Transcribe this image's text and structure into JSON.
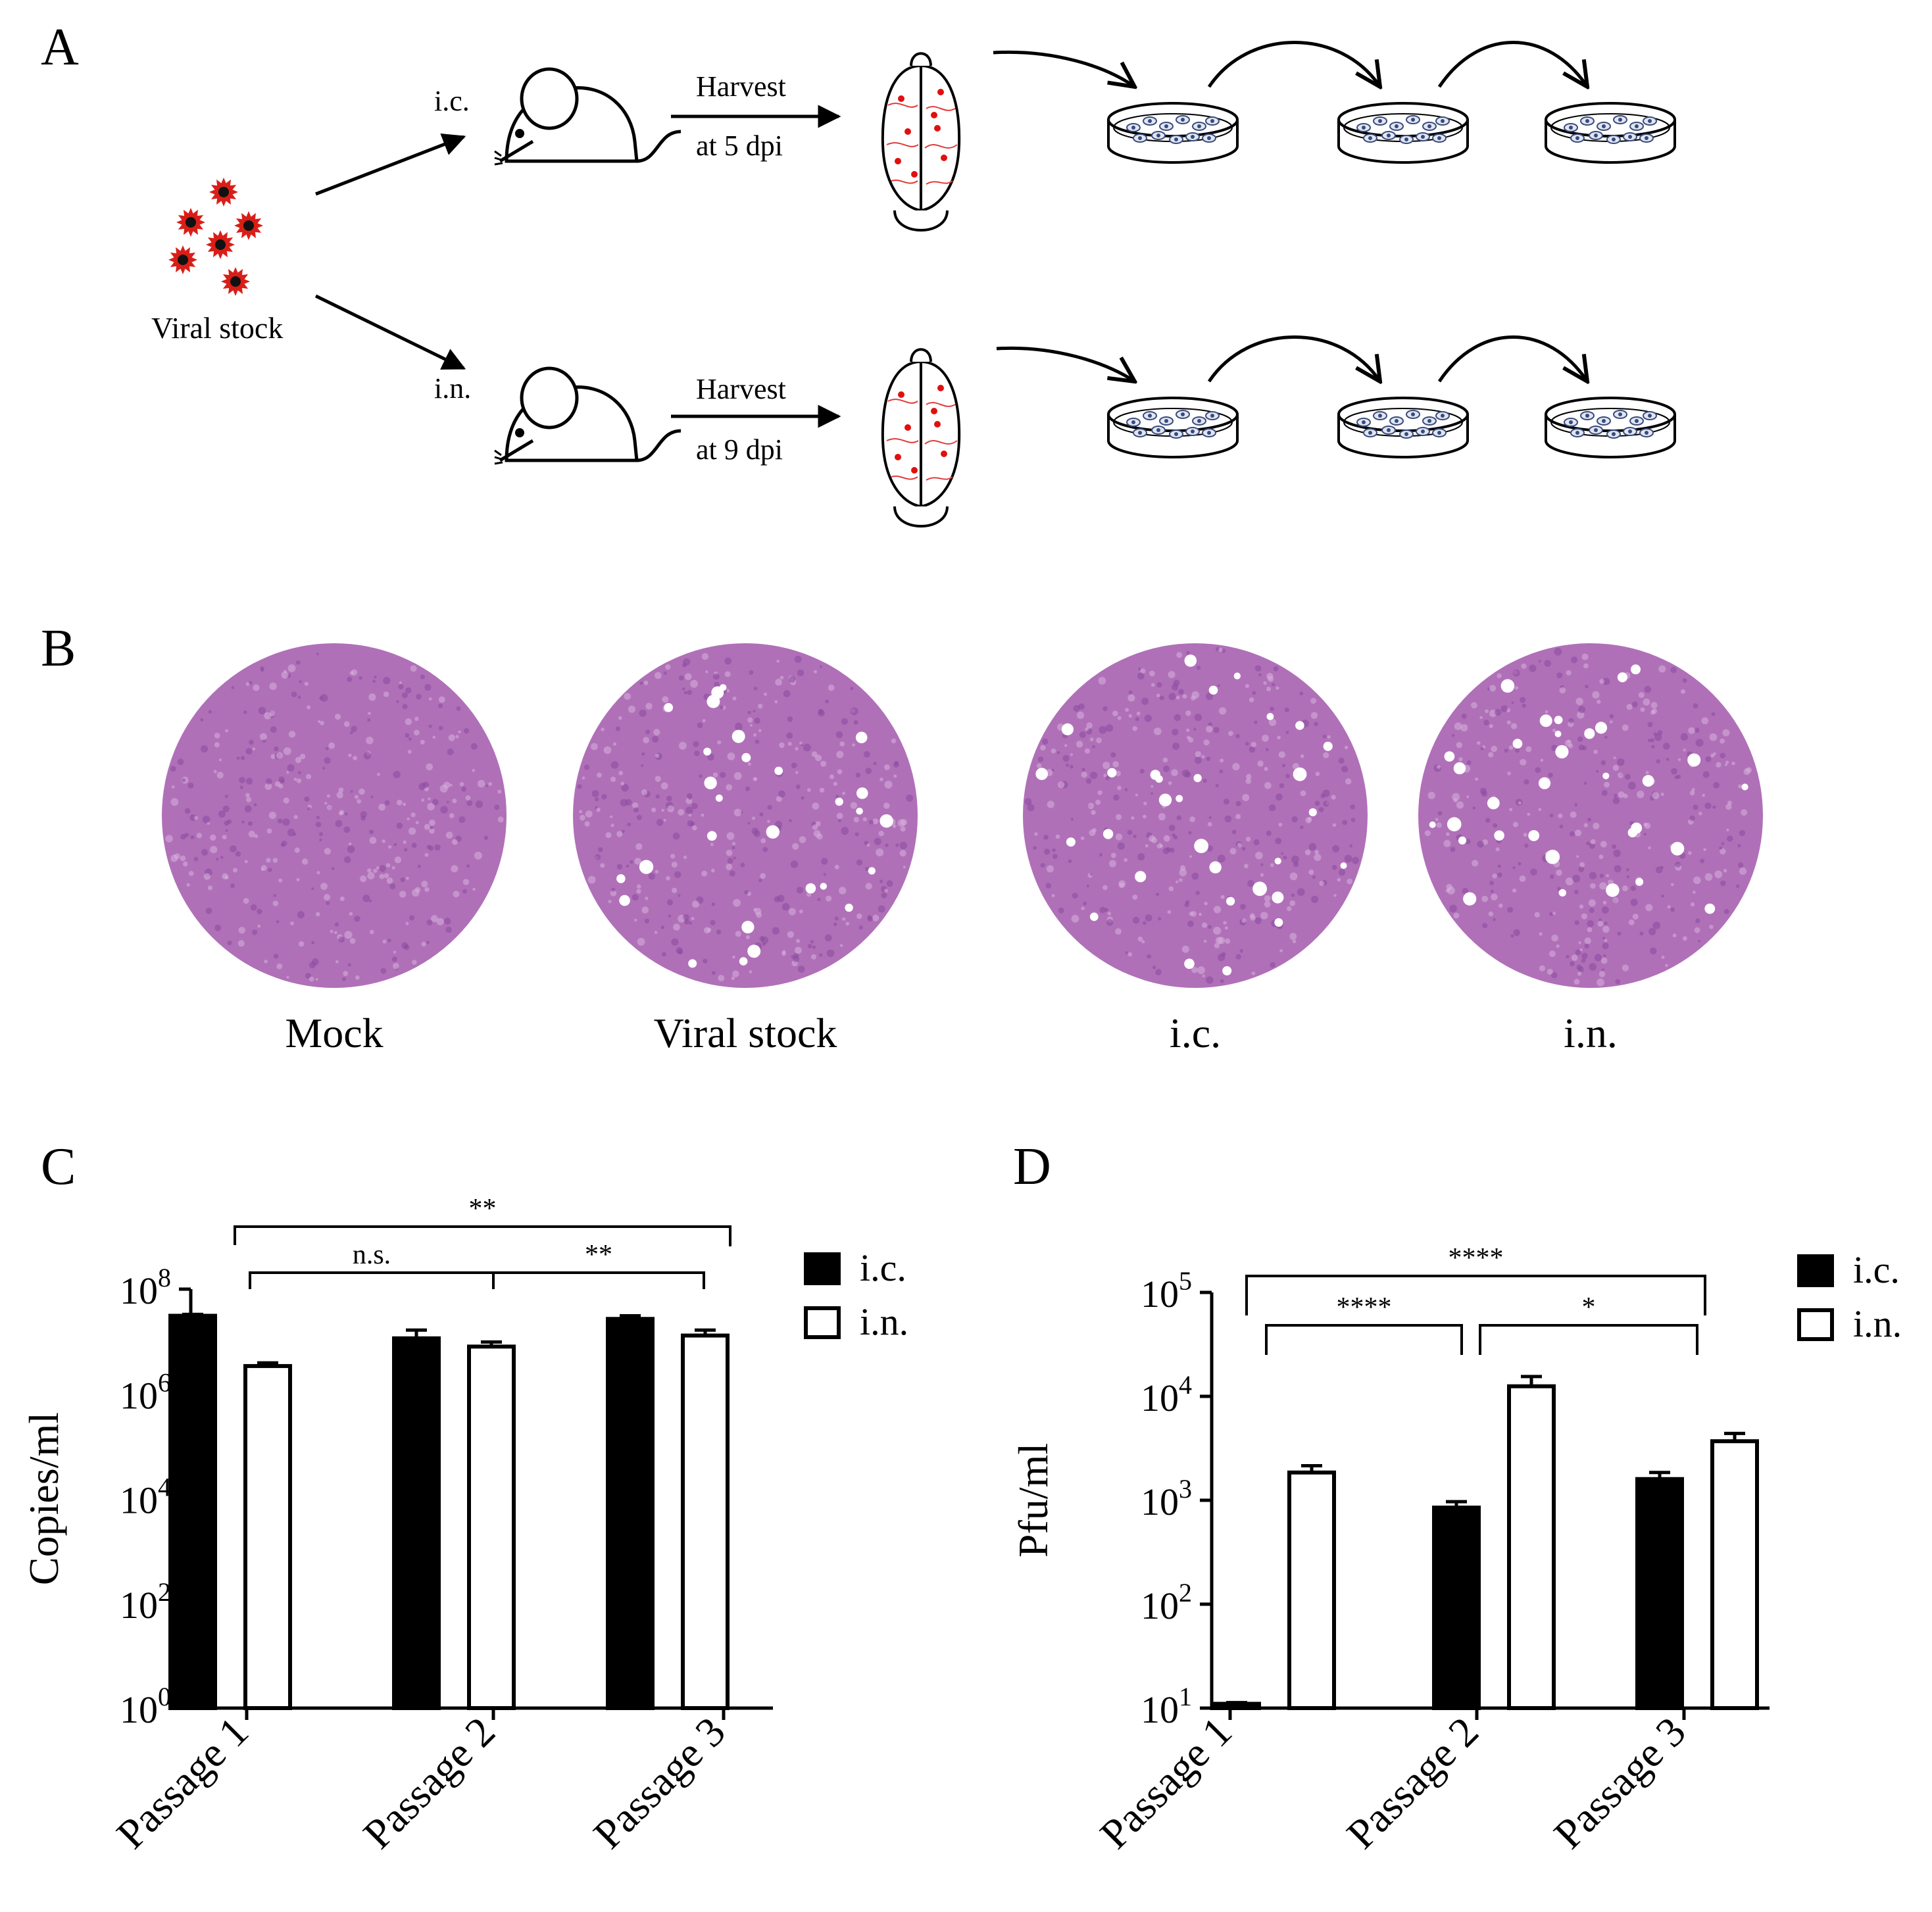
{
  "panels": {
    "a": "A",
    "b": "B",
    "c": "C",
    "d": "D"
  },
  "schematic": {
    "source_label": "Viral stock",
    "routes": [
      {
        "route": "i.c.",
        "harvest_line1": "Harvest",
        "harvest_line2": "at 5 dpi"
      },
      {
        "route": "i.n.",
        "harvest_line1": "Harvest",
        "harvest_line2": "at 9 dpi"
      }
    ],
    "colors": {
      "virus": "#d91e18",
      "brain_dots": "#e01010",
      "cells": "#3a4a7a"
    }
  },
  "plaques": {
    "labels": [
      "Mock",
      "Viral stock",
      "i.c.",
      "i.n."
    ],
    "plaque_counts": [
      0,
      28,
      30,
      32
    ],
    "colors": {
      "stain": "#b070b8",
      "stain_dark": "#8a4a9e"
    }
  },
  "chart_data": [
    {
      "type": "bar",
      "panel": "C",
      "ylabel": "Copies/ml",
      "yscale": "log",
      "ylim": [
        1,
        100000000
      ],
      "ytick_labels": [
        {
          "base": "10",
          "exp": "0"
        },
        {
          "base": "10",
          "exp": "2"
        },
        {
          "base": "10",
          "exp": "4"
        },
        {
          "base": "10",
          "exp": "6"
        },
        {
          "base": "10",
          "exp": "8"
        }
      ],
      "categories": [
        "Passage 1",
        "Passage 2",
        "Passage 3"
      ],
      "series": [
        {
          "name": "i.c.",
          "fill": "#000000",
          "values": [
            31000000,
            11500000,
            27000000
          ],
          "errors": [
            2000000,
            5000000,
            4000000
          ]
        },
        {
          "name": "i.n.",
          "fill": "#ffffff",
          "values": [
            3400000,
            8000000,
            13000000
          ],
          "errors": [
            500000,
            1800000,
            3500000
          ]
        }
      ],
      "legend": "top-right",
      "significance": [
        {
          "label": "**",
          "from": "Passage 1",
          "to": "Passage 3"
        },
        {
          "label": "n.s.",
          "from": "Passage 1",
          "to": "Passage 2"
        },
        {
          "label": "**",
          "from": "Passage 2",
          "to": "Passage 3"
        }
      ]
    },
    {
      "type": "bar",
      "panel": "D",
      "ylabel": "Pfu/ml",
      "yscale": "log",
      "ylim": [
        10,
        100000
      ],
      "ytick_labels": [
        {
          "base": "10",
          "exp": "1"
        },
        {
          "base": "10",
          "exp": "2"
        },
        {
          "base": "10",
          "exp": "3"
        },
        {
          "base": "10",
          "exp": "4"
        },
        {
          "base": "10",
          "exp": "5"
        }
      ],
      "categories": [
        "Passage 1",
        "Passage 2",
        "Passage 3"
      ],
      "series": [
        {
          "name": "i.c.",
          "fill": "#000000",
          "values": [
            11,
            850,
            1600
          ],
          "errors": [
            0.3,
            120,
            250
          ]
        },
        {
          "name": "i.n.",
          "fill": "#ffffff",
          "values": [
            1850,
            12500,
            3700
          ],
          "errors": [
            300,
            3000,
            700
          ]
        }
      ],
      "legend": "top-right",
      "significance": [
        {
          "label": "****",
          "from": "Passage 1",
          "to": "Passage 3"
        },
        {
          "label": "****",
          "from": "Passage 1",
          "to": "Passage 2"
        },
        {
          "label": "*",
          "from": "Passage 2",
          "to": "Passage 3"
        }
      ]
    }
  ]
}
